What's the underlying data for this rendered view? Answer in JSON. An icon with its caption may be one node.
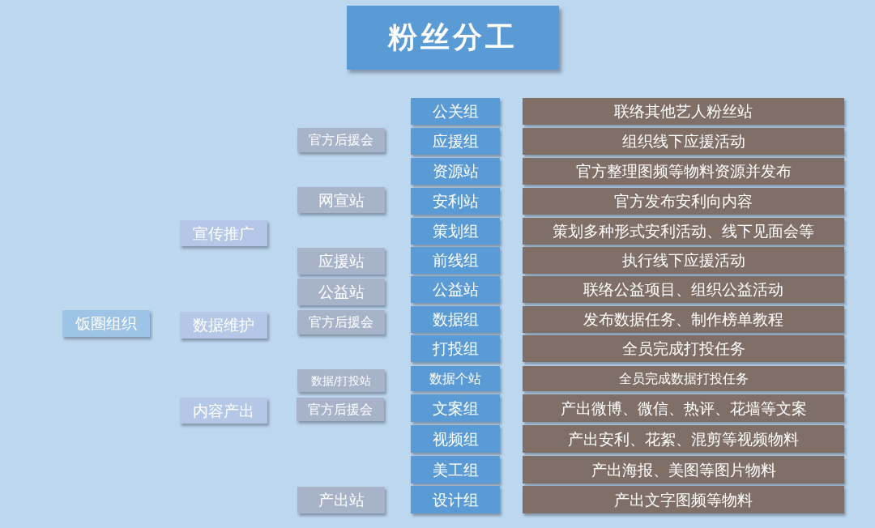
{
  "diagram": {
    "title": "粉丝分工",
    "nodes": [
      {
        "text": [
          "饭圈组织"
        ]
      },
      {
        "text": [
          "宣传推广"
        ]
      },
      {
        "text": [
          "数据维护"
        ]
      },
      {
        "text": [
          "内容产出"
        ]
      },
      {
        "text": [
          "官方后援会"
        ]
      },
      {
        "text": [
          "网宣站"
        ]
      },
      {
        "text": [
          "应援站"
        ]
      },
      {
        "text": [
          "公益站"
        ]
      },
      {
        "text": [
          "官方后援会"
        ]
      },
      {
        "text": [
          "数据/打投站"
        ]
      },
      {
        "text": [
          "官方后援会"
        ]
      },
      {
        "text": [
          "产出站"
        ]
      },
      {
        "text": [
          "公关组"
        ]
      },
      {
        "text": [
          "应援组"
        ]
      },
      {
        "text": [
          "资源站"
        ]
      },
      {
        "text": [
          "安利站"
        ]
      },
      {
        "text": [
          "策划组"
        ]
      },
      {
        "text": [
          "前线组"
        ]
      },
      {
        "text": [
          "公益站"
        ]
      },
      {
        "text": [
          "数据组"
        ]
      },
      {
        "text": [
          "打投组"
        ]
      },
      {
        "text": [
          "数据个站"
        ]
      },
      {
        "text": [
          "文案组"
        ]
      },
      {
        "text": [
          "视频组"
        ]
      },
      {
        "text": [
          "美工组"
        ]
      },
      {
        "text": [
          "设计组"
        ]
      },
      {
        "text": [
          "联络其他艺人粉丝站"
        ]
      },
      {
        "text": [
          "组织线下应援活动"
        ]
      },
      {
        "text": [
          "官方整理图频等物料资源并发布"
        ]
      },
      {
        "text": [
          "官方发布安利向内容"
        ]
      },
      {
        "text": [
          "策划多种形式安利活动、线下见面会等"
        ]
      },
      {
        "text": [
          "执行线下应援活动"
        ]
      },
      {
        "text": [
          "联络公益项目、组织公益活动"
        ]
      },
      {
        "text": [
          "发布数据任务、制作榜单教程"
        ]
      },
      {
        "text": [
          "全员完成打投任务"
        ]
      },
      {
        "text": [
          "全员完成数据打投任务"
        ]
      },
      {
        "text": [
          "产出微博、微信、热评、花墙等文案"
        ]
      },
      {
        "text": [
          "产出安利、花絮、混剪等视频物料"
        ]
      },
      {
        "text": [
          "产出海报、美图等图片物料"
        ]
      },
      {
        "text": [
          "产出文字图频等物料"
        ]
      }
    ]
  }
}
